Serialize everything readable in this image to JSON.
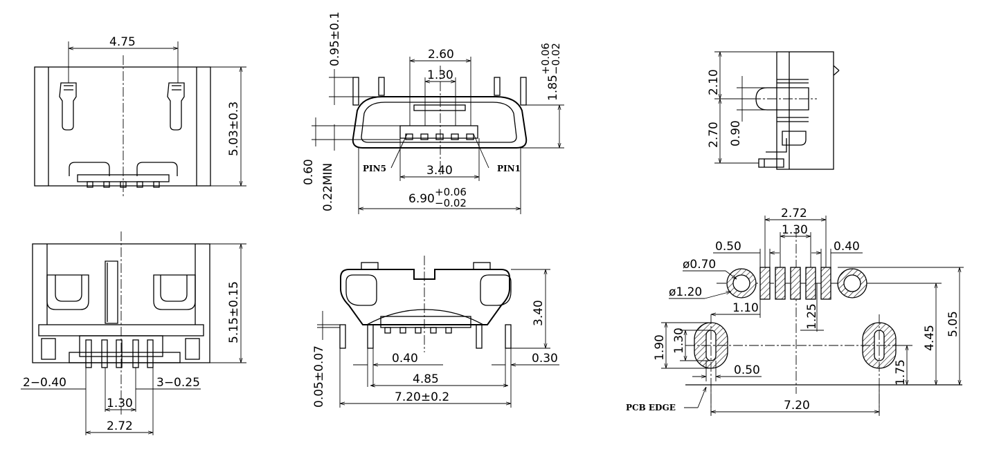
{
  "labels": {
    "top_4_75": "4.75",
    "top_5_03": "5.03±0.3",
    "bot_5_15": "5.15±0.15",
    "bot_2_040": "2−0.40",
    "bot_3_025": "3−0.25",
    "bot_1_30": "1.30",
    "bot_2_72": "2.72",
    "fr_095": "0.95±0.1",
    "fr_260": "2.60",
    "fr_130": "1.30",
    "fr_185": "1.85",
    "fr_185_tol_plus": "+0.06",
    "fr_185_tol_minus": "−0.02",
    "fr_060": "0.60",
    "fr_022": "0.22MIN",
    "fr_pin5": "PIN5",
    "fr_pin1": "PIN1",
    "fr_340": "3.40",
    "fr_690": "6.90",
    "fr_690_tol_plus": "+0.06",
    "fr_690_tol_minus": "−0.02",
    "bm_340": "3.40",
    "bm_005": "0.05±0.07",
    "bm_040": "0.40",
    "bm_030": "0.30",
    "bm_485": "4.85",
    "bm_720": "7.20±0.2",
    "sd_210": "2.10",
    "sd_270": "2.70",
    "sd_090": "0.90",
    "pcb_272": "2.72",
    "pcb_130": "1.30",
    "pcb_050a": "0.50",
    "pcb_040": "0.40",
    "pcb_d070": "ø0.70",
    "pcb_d120": "ø1.20",
    "pcb_110": "1.10",
    "pcb_125": "1.25",
    "pcb_190": "1.90",
    "pcb_130v": "1.30",
    "pcb_050b": "0.50",
    "pcb_175": "1.75",
    "pcb_445": "4.45",
    "pcb_505": "5.05",
    "pcb_720": "7.20",
    "pcb_edge": "PCB EDGE"
  }
}
